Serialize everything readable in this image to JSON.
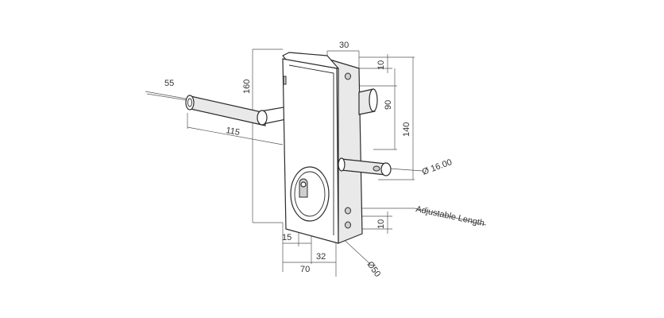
{
  "dimensions": {
    "d55": "55",
    "d160": "160",
    "d115": "115",
    "d30": "30",
    "d10_top": "10",
    "d90": "90",
    "d140": "140",
    "d16": "Ø 16.00",
    "d10_bottom": "10",
    "d15": "15",
    "d32": "32",
    "d70": "70",
    "d50": "Ø50"
  },
  "labels": {
    "adjustable_length": "Adjustable Length"
  }
}
